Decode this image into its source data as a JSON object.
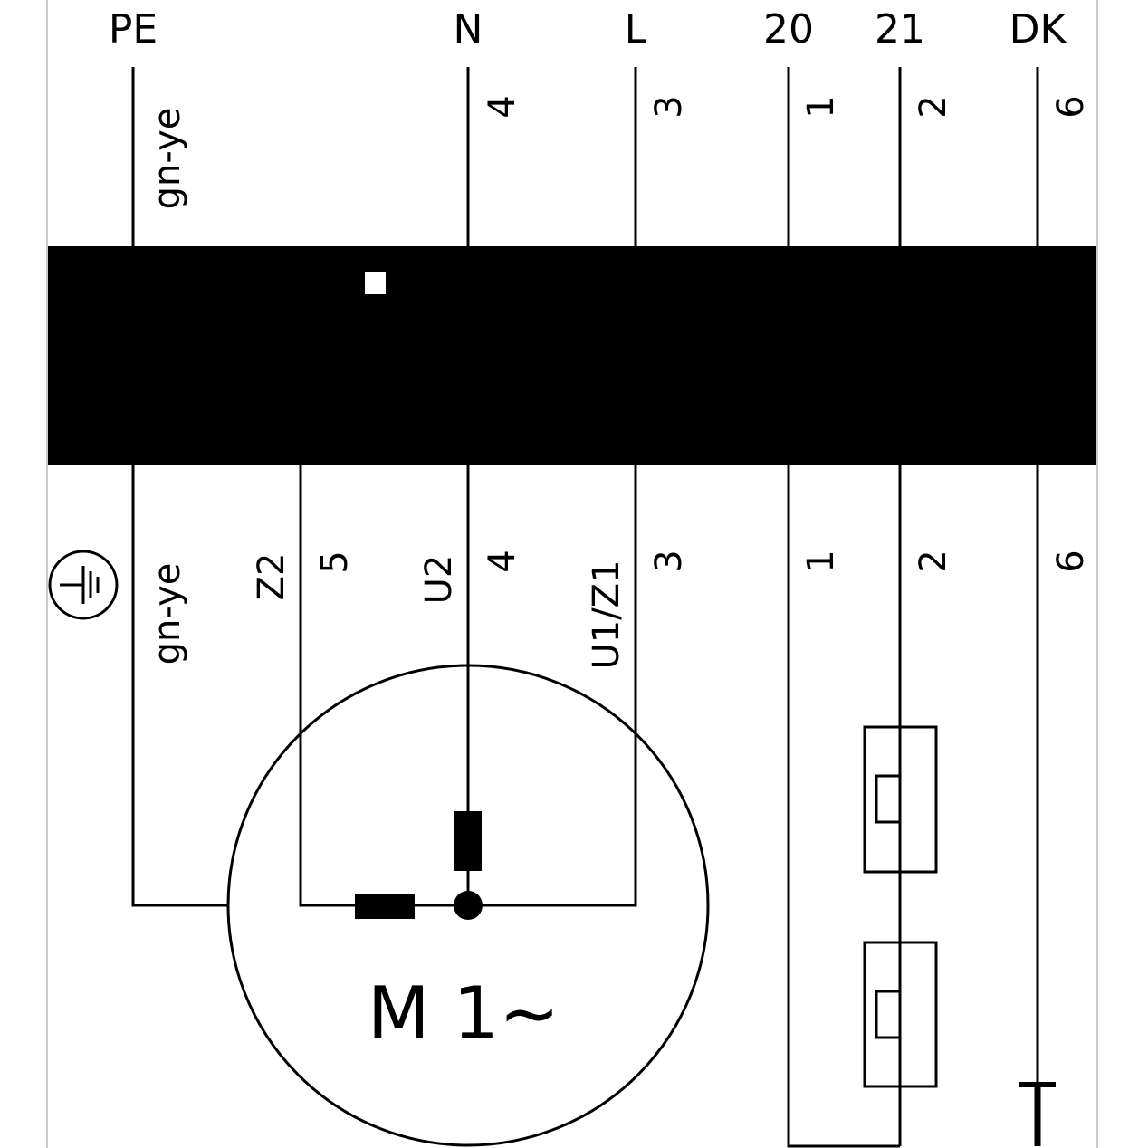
{
  "terminals": [
    {
      "id": "pe",
      "label": "PE"
    },
    {
      "id": "n",
      "label": "N"
    },
    {
      "id": "l",
      "label": "L"
    },
    {
      "id": "t20",
      "label": "20"
    },
    {
      "id": "t21",
      "label": "21"
    },
    {
      "id": "dk",
      "label": "DK"
    }
  ],
  "upper_wire_labels": {
    "pe": "gn-ye",
    "n": "4",
    "l": "3",
    "t20": "1",
    "t21": "2",
    "dk": "6"
  },
  "lower_wire_labels": {
    "pe": "gn-ye",
    "z2": "Z2",
    "w5": "5",
    "u2": "U2",
    "w4": "4",
    "u1z1": "U1/Z1",
    "w3": "3",
    "w1": "1",
    "w2": "2",
    "w6": "6"
  },
  "motor_label": "M 1~",
  "colors": {
    "line": "#000000",
    "connector_block": "#000000",
    "background": "#ffffff"
  },
  "icons": [
    "earth-ground-icon",
    "winding-resistor-icon",
    "thermal-contact-icon",
    "junction-dot-icon"
  ]
}
